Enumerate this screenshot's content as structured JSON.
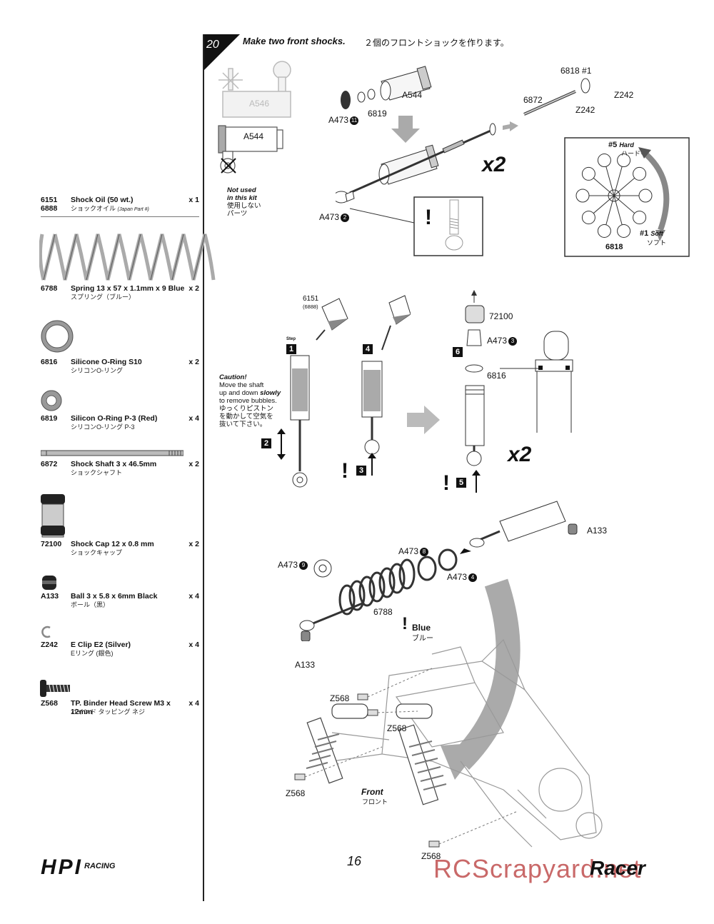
{
  "step": {
    "number": "20",
    "title": "Make two front shocks.",
    "title_jp": "２個のフロントショックを作ります。"
  },
  "parts": [
    {
      "code": "6151",
      "code2": "6888",
      "name": "Shock Oil (50 wt.)",
      "jp": "ショックオイル",
      "jp_note": "(Japan Part #)",
      "qty": "x 1"
    },
    {
      "code": "6788",
      "name": "Spring 13 x 57 x 1.1mm x 9 Blue",
      "jp": "スプリング（ブルー）",
      "qty": "x 2"
    },
    {
      "code": "6816",
      "name": "Silicone O-Ring S10",
      "jp": "シリコンO-リング",
      "qty": "x 2"
    },
    {
      "code": "6819",
      "name": "Silicon O-Ring P-3 (Red)",
      "jp": "シリコンO-リング P-3",
      "qty": "x 4"
    },
    {
      "code": "6872",
      "name": "Shock Shaft 3 x 46.5mm",
      "jp": "ショックシャフト",
      "qty": "x 2"
    },
    {
      "code": "72100",
      "name": "Shock Cap 12 x 0.8 mm",
      "jp": "ショックキャップ",
      "qty": "x 2"
    },
    {
      "code": "A133",
      "name": "Ball 3 x 5.8 x 6mm Black",
      "jp": "ボール（黒）",
      "qty": "x 4"
    },
    {
      "code": "Z242",
      "name": "E Clip E2 (Silver)",
      "jp": "Eリング (銀色)",
      "qty": "x 4"
    },
    {
      "code": "Z568",
      "name": "TP. Binder Head Screw M3 x 12mm",
      "jp": "バインド タッピング ネジ",
      "qty": "x 4"
    }
  ],
  "labels": {
    "a546": "A546",
    "a544_left": "A544",
    "not_used": "Not used",
    "in_this_kit": "in this kit",
    "not_used_jp1": "使用しない",
    "not_used_jp2": "パーツ",
    "a544_top": "A544",
    "a473_11": "A473",
    "n11": "11",
    "l6819": "6819",
    "l6818_1": "6818 #1",
    "z242_a": "Z242",
    "z242_b": "Z242",
    "l6872": "6872",
    "x2_a": "x2",
    "a473_2": "A473",
    "n2": "2",
    "hard": "#5",
    "hard_en": "Hard",
    "hard_jp": "ハード",
    "soft": "#1",
    "soft_en": "Soft",
    "soft_jp": "ソフト",
    "l6818": "6818",
    "oil": "6151",
    "oil_jp": "(6888)",
    "step_word": "Step",
    "s1": "1",
    "s2": "2",
    "s3": "3",
    "s4": "4",
    "s5": "5",
    "s6": "6",
    "caution_title": "Caution!",
    "caution_1": "Move the shaft",
    "caution_2": "up and down",
    "caution_slow": "slowly",
    "caution_3": "to remove bubbles.",
    "caution_jp1": "ゆっくりピストン",
    "caution_jp2": "を動かして空気を",
    "caution_jp3": "抜いて下さい。",
    "l72100": "72100",
    "a473_3": "A473",
    "n3": "3",
    "l6816": "6816",
    "x2_b": "x2",
    "a133_a": "A133",
    "a473_8": "A473",
    "n8": "8",
    "a473_9": "A473",
    "n9": "9",
    "a473_4": "A473",
    "n4": "4",
    "l6788": "6788",
    "blue": "Blue",
    "blue_jp": "ブルー",
    "a133_b": "A133",
    "z568_a": "Z568",
    "z568_b": "Z568",
    "z568_c": "Z568",
    "z568_d": "Z568",
    "front": "Front",
    "front_jp": "フロント"
  },
  "footer": {
    "page": "16",
    "brand": "HPI",
    "brand_sub": "RACING",
    "watermark": "RCScrapyard.net",
    "product": "Racer"
  }
}
